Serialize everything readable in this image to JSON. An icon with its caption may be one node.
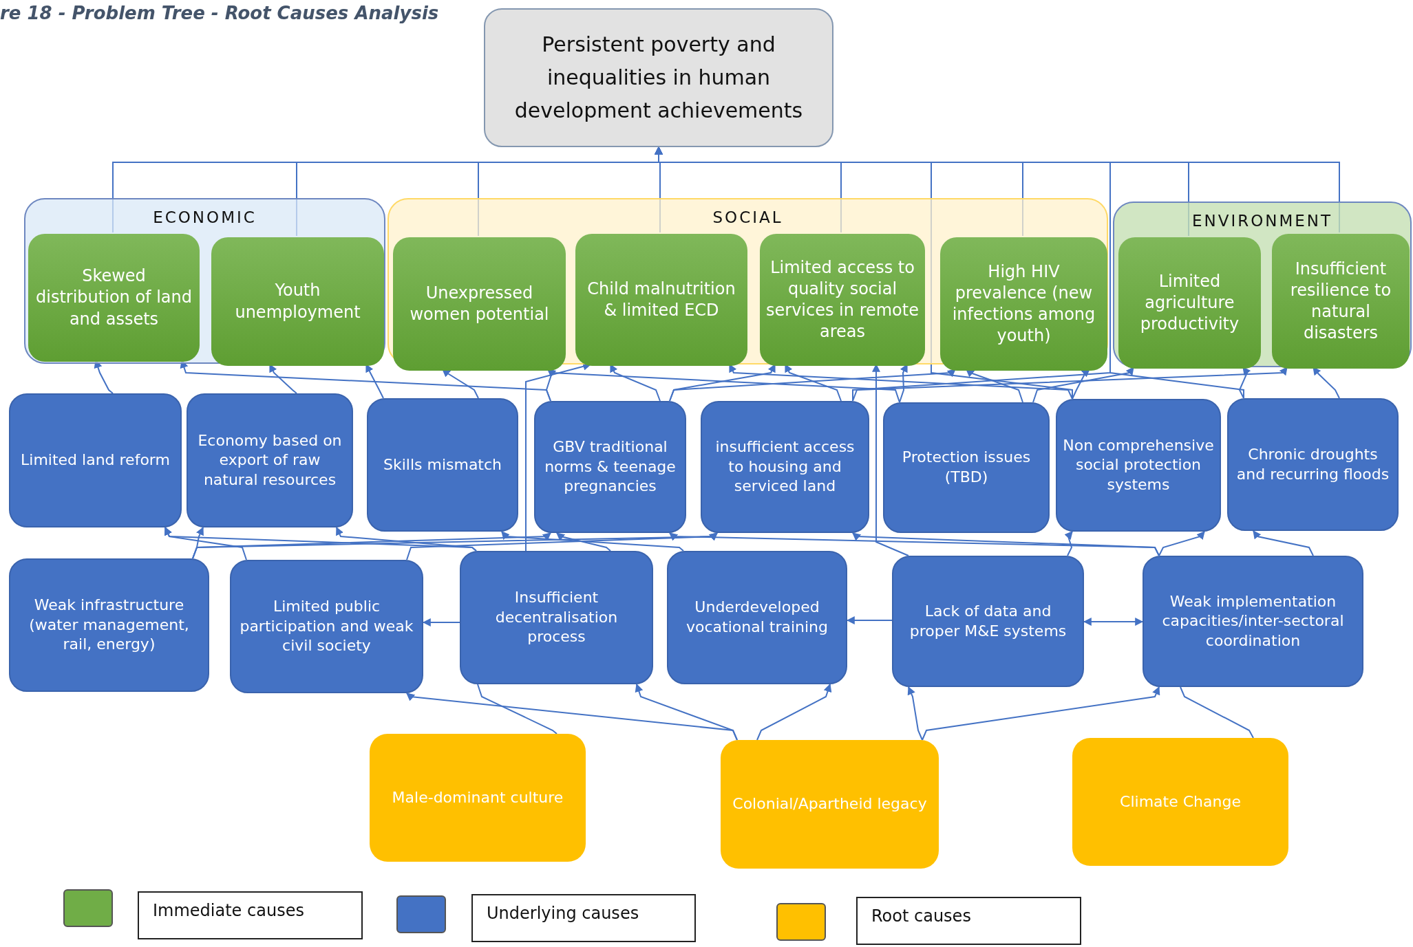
{
  "diagram": {
    "title": "re 18 - Problem Tree - Root Causes Analysis",
    "nodes": [
      {
        "text": [
          "Persistent poverty and inequalities in human development achievements"
        ]
      },
      {
        "text": [
          "ECONOMIC"
        ]
      },
      {
        "text": [
          "SOCIAL"
        ]
      },
      {
        "text": [
          "ENVIRONMENT"
        ]
      },
      {
        "text": [
          "Skewed distribution of land and assets"
        ],
        "in": 1
      },
      {
        "text": [
          "Youth unemployment"
        ],
        "in": 1
      },
      {
        "text": [
          "Unexpressed women potential"
        ],
        "in": 2
      },
      {
        "text": [
          "Child malnutrition & limited ECD"
        ],
        "in": 2
      },
      {
        "text": [
          "Limited access to quality social services in remote areas"
        ],
        "in": 2
      },
      {
        "text": [
          "High HIV prevalence (new infections among youth)"
        ],
        "in": 2
      },
      {
        "text": [
          "Limited agriculture productivity"
        ],
        "in": 3
      },
      {
        "text": [
          "Insufficient resilience to natural disasters"
        ],
        "in": 3
      },
      {
        "text": [
          "Limited land reform"
        ]
      },
      {
        "text": [
          "Economy based on export of raw natural resources"
        ]
      },
      {
        "text": [
          "Skills mismatch"
        ]
      },
      {
        "text": [
          "GBV traditional norms & teenage pregnancies"
        ]
      },
      {
        "text": [
          "insufficient access to housing and serviced land"
        ]
      },
      {
        "text": [
          "Protection issues (TBD)"
        ]
      },
      {
        "text": [
          "Non comprehensive social protection systems"
        ]
      },
      {
        "text": [
          "Chronic droughts and recurring floods"
        ]
      },
      {
        "text": [
          "Weak infrastructure (water management, rail, energy)"
        ]
      },
      {
        "text": [
          "Limited public participation and weak civil society"
        ]
      },
      {
        "text": [
          "Insufficient decentralisation process"
        ]
      },
      {
        "text": [
          "Underdeveloped vocational training"
        ]
      },
      {
        "text": [
          "Lack of data and proper M&E systems"
        ]
      },
      {
        "text": [
          "Weak implementation capacities/inter-sectoral coordination"
        ]
      },
      {
        "text": [
          "Male-dominant culture"
        ]
      },
      {
        "text": [
          "Colonial/Apartheid legacy"
        ]
      },
      {
        "text": [
          "Climate Change"
        ]
      }
    ],
    "edges": [
      {
        "from": 4,
        "to": 0,
        "arrow": "to"
      },
      {
        "from": 5,
        "to": 0,
        "arrow": "to"
      },
      {
        "from": 6,
        "to": 0,
        "arrow": "to"
      },
      {
        "from": 7,
        "to": 0,
        "arrow": "to"
      },
      {
        "from": 8,
        "to": 0,
        "arrow": "to"
      },
      {
        "from": 9,
        "to": 0,
        "arrow": "to"
      },
      {
        "from": 10,
        "to": 0,
        "arrow": "to"
      },
      {
        "from": 11,
        "to": 0,
        "arrow": "to"
      },
      {
        "from": 16,
        "to": 0,
        "arrow": "to"
      },
      {
        "from": 18,
        "to": 0,
        "arrow": "to"
      },
      {
        "from": 19,
        "to": 0,
        "arrow": "to"
      },
      {
        "from": 12,
        "to": 4,
        "arrow": "to"
      },
      {
        "from": 13,
        "to": 5,
        "arrow": "to"
      },
      {
        "from": 14,
        "to": 5,
        "arrow": "to"
      },
      {
        "from": 15,
        "to": 4,
        "arrow": "to"
      },
      {
        "from": 14,
        "to": 6,
        "arrow": "to"
      },
      {
        "from": 15,
        "to": 6,
        "arrow": "to"
      },
      {
        "from": 17,
        "to": 6,
        "arrow": "to"
      },
      {
        "from": 15,
        "to": 7,
        "arrow": "to"
      },
      {
        "from": 22,
        "to": 7,
        "arrow": "to"
      },
      {
        "from": 18,
        "to": 7,
        "arrow": "to"
      },
      {
        "from": 15,
        "to": 8,
        "arrow": "to"
      },
      {
        "from": 16,
        "to": 8,
        "arrow": "to"
      },
      {
        "from": 17,
        "to": 8,
        "arrow": "to"
      },
      {
        "from": 24,
        "to": 8,
        "arrow": "to"
      },
      {
        "from": 17,
        "to": 9,
        "arrow": "to"
      },
      {
        "from": 18,
        "to": 9,
        "arrow": "to"
      },
      {
        "from": 15,
        "to": 9,
        "arrow": "to"
      },
      {
        "from": 17,
        "to": 10,
        "arrow": "to"
      },
      {
        "from": 19,
        "to": 10,
        "arrow": "to"
      },
      {
        "from": 16,
        "to": 11,
        "arrow": "to"
      },
      {
        "from": 19,
        "to": 11,
        "arrow": "to"
      },
      {
        "from": 20,
        "to": 13,
        "arrow": "to"
      },
      {
        "from": 21,
        "to": 12,
        "arrow": "to"
      },
      {
        "from": 22,
        "to": 12,
        "arrow": "to"
      },
      {
        "from": 22,
        "to": 13,
        "arrow": "to"
      },
      {
        "from": 20,
        "to": 15,
        "arrow": "to"
      },
      {
        "from": 23,
        "to": 14,
        "arrow": "to"
      },
      {
        "from": 22,
        "to": 15,
        "arrow": "to"
      },
      {
        "from": 21,
        "to": 16,
        "arrow": "to"
      },
      {
        "from": 20,
        "to": 16,
        "arrow": "to"
      },
      {
        "from": 22,
        "to": 21,
        "arrow": "to"
      },
      {
        "from": 24,
        "to": 23,
        "arrow": "to"
      },
      {
        "from": 24,
        "to": 25,
        "arrow": "both"
      },
      {
        "from": 24,
        "to": 18,
        "arrow": "to"
      },
      {
        "from": 25,
        "to": 18,
        "arrow": "to"
      },
      {
        "from": 25,
        "to": 19,
        "arrow": "to"
      },
      {
        "from": 25,
        "to": 16,
        "arrow": "to"
      },
      {
        "from": 25,
        "to": 15,
        "arrow": "to"
      },
      {
        "from": 27,
        "to": 21,
        "arrow": "to"
      },
      {
        "from": 27,
        "to": 22,
        "arrow": "to"
      },
      {
        "from": 27,
        "to": 23,
        "arrow": "to"
      },
      {
        "from": 27,
        "to": 24,
        "arrow": "to"
      },
      {
        "from": 27,
        "to": 25,
        "arrow": "to"
      },
      {
        "from": 26,
        "to": 22,
        "arrow": "none"
      },
      {
        "from": 28,
        "to": 25,
        "arrow": "none"
      }
    ],
    "legend": [
      {
        "text": "Immediate causes",
        "color": "#70ad47"
      },
      {
        "text": "Underlying causes",
        "color": "#4472c4"
      },
      {
        "text": "Root causes",
        "color": "#ffc000"
      }
    ]
  }
}
